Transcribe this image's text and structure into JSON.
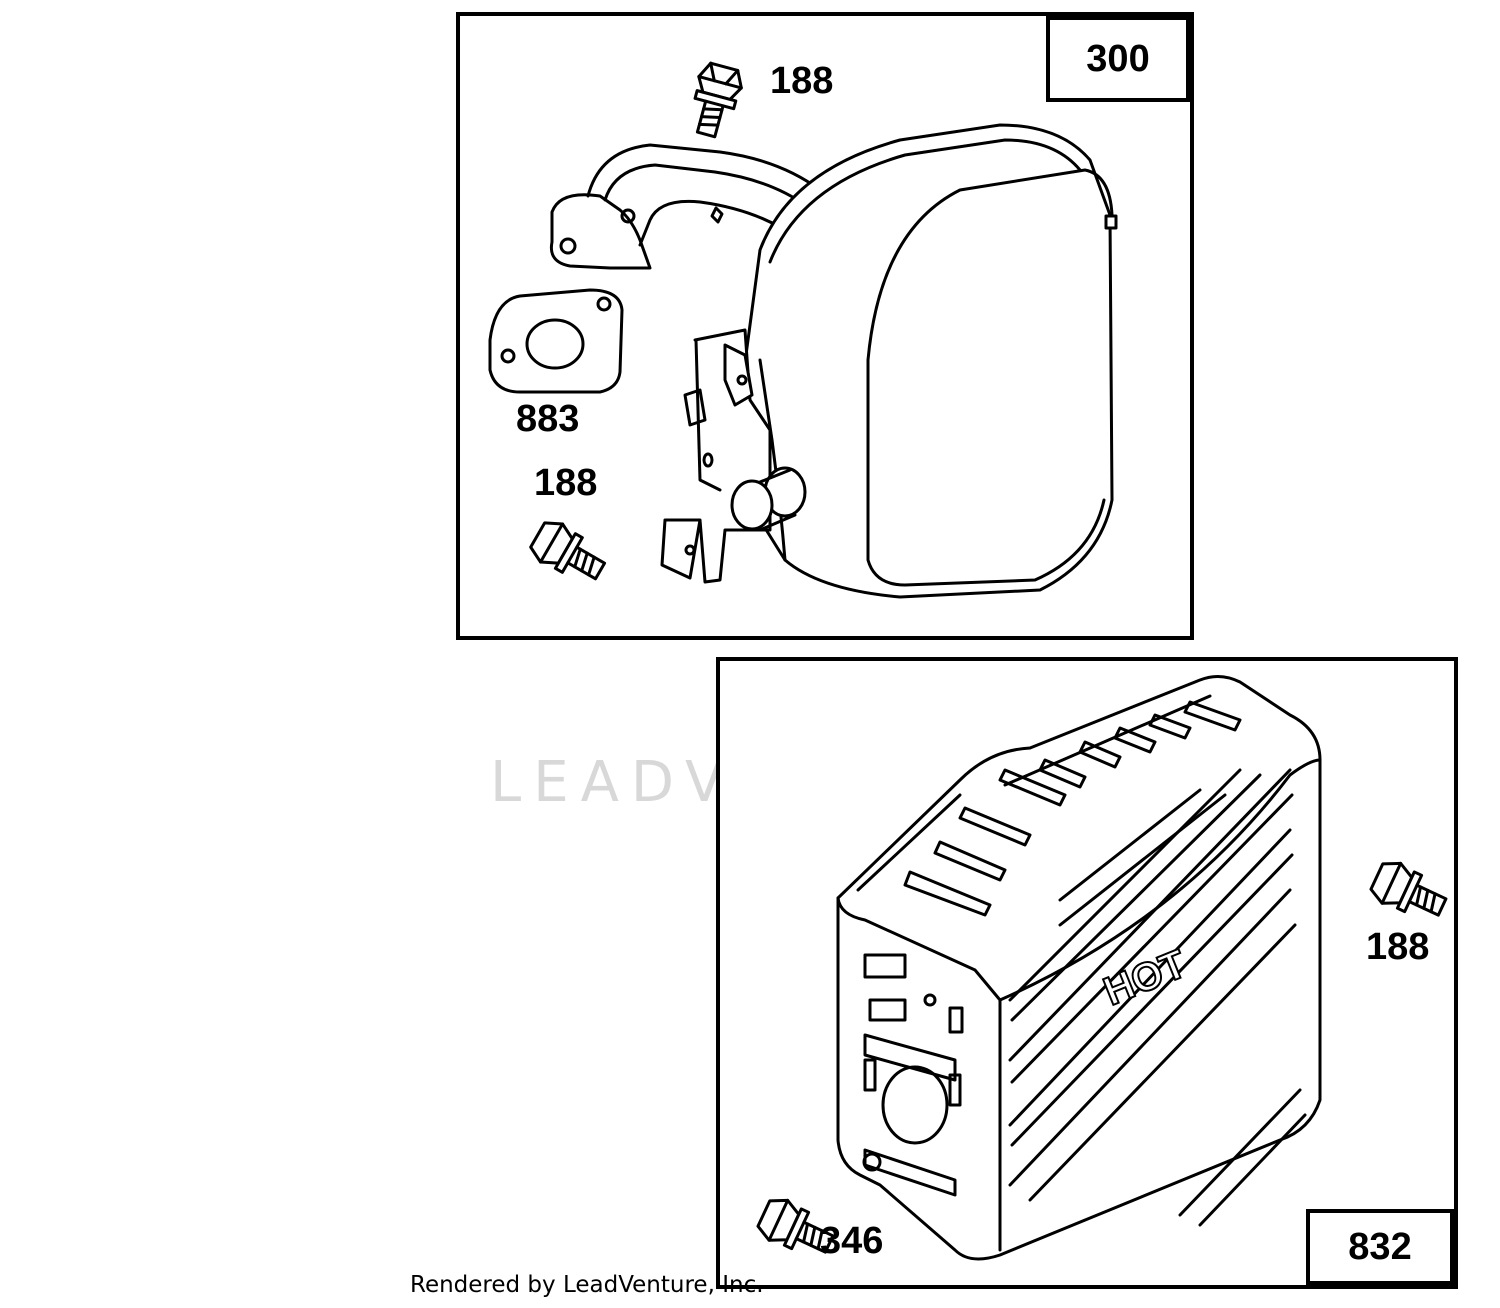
{
  "panels": {
    "top": {
      "number": "300"
    },
    "bottom": {
      "number": "832"
    }
  },
  "callouts": {
    "bolt_top": "188",
    "gasket": "883",
    "bolt_left": "188",
    "bolt_right": "188",
    "screw": "346"
  },
  "guard_label": "HOT",
  "watermark": "LEADVENTURE",
  "footer": "Rendered by LeadVenture, Inc."
}
